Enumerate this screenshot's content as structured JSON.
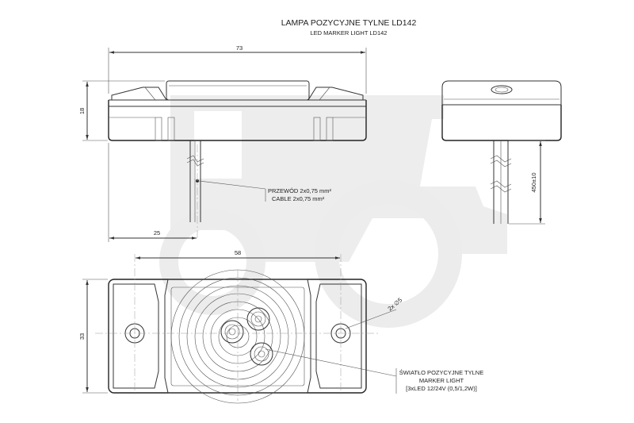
{
  "title": "LAMPA POZYCYJNE TYLNE LD142",
  "subtitle": "LED MARKER LIGHT LD142",
  "dimensions": {
    "width_total": "73",
    "height_side": "18",
    "cable_offset": "25",
    "hole_spacing": "58",
    "height_front": "33",
    "cable_length": "450±10",
    "hole_note": "2x ∅5"
  },
  "cable_note": {
    "line1": "PRZEWÓD 2x0,75 mm²",
    "line2": "CABLE 2x0,75 mm²"
  },
  "light_note": {
    "line1": "ŚWIATŁO POZYCYJNE TYLNE",
    "line2": "MARKER LIGHT",
    "line3": "[3xLED 12/24V (0,5/1,2W)]"
  },
  "watermark_icon": "tractor-icon"
}
